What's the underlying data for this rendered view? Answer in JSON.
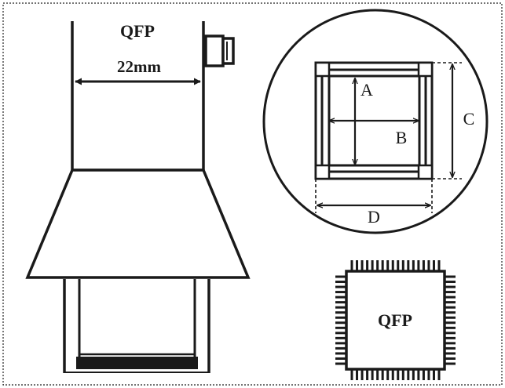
{
  "nozzle": {
    "title": "QFP",
    "width_label": "22mm"
  },
  "detail": {
    "label_a": "A",
    "label_b": "B",
    "label_c": "C",
    "label_d": "D"
  },
  "chip": {
    "label": "QFP"
  },
  "colors": {
    "ink": "#1a1a1a",
    "background": "#ffffff"
  }
}
